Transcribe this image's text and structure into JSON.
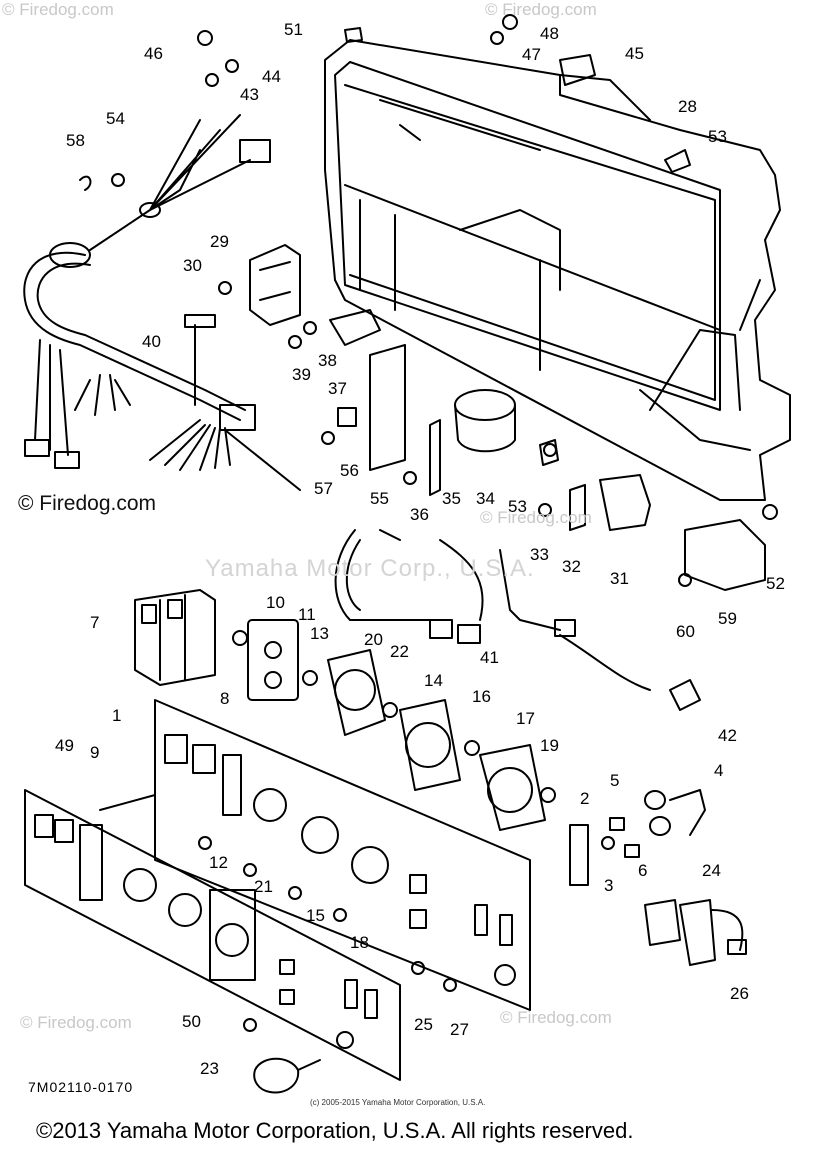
{
  "watermarks": {
    "site": "© Firedog.com",
    "center": "Yamaha Motor Corp., U.S.A."
  },
  "diagram_code": "7M02110-0170",
  "small_copyright": "(c) 2005-2015 Yamaha Motor Corporation, U.S.A.",
  "copyright": "©2013 Yamaha Motor Corporation, U.S.A. All rights reserved.",
  "part_labels": [
    "1",
    "2",
    "3",
    "4",
    "5",
    "6",
    "7",
    "8",
    "9",
    "10",
    "11",
    "12",
    "13",
    "14",
    "15",
    "16",
    "17",
    "18",
    "19",
    "20",
    "21",
    "22",
    "23",
    "24",
    "25",
    "26",
    "27",
    "28",
    "29",
    "30",
    "31",
    "32",
    "33",
    "34",
    "35",
    "36",
    "37",
    "38",
    "39",
    "40",
    "41",
    "42",
    "43",
    "44",
    "45",
    "46",
    "47",
    "48",
    "49",
    "50",
    "51",
    "52",
    "53",
    "53",
    "54",
    "55",
    "56",
    "57",
    "58",
    "59",
    "60"
  ]
}
